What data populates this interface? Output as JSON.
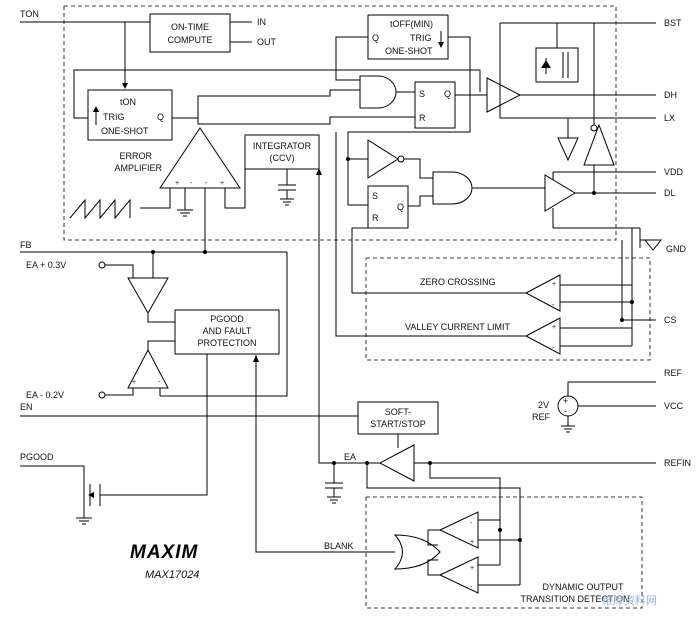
{
  "chip": {
    "logo": "MAXIM",
    "part_number": "MAX17024"
  },
  "pins": {
    "ton": "TON",
    "bst": "BST",
    "dh": "DH",
    "lx": "LX",
    "vdd": "VDD",
    "dl": "DL",
    "gnd": "GND",
    "fb": "FB",
    "cs": "CS",
    "ref": "REF",
    "vcc": "VCC",
    "en": "EN",
    "pgood": "PGOOD",
    "refin": "REFIN"
  },
  "blocks": {
    "on_time_compute": [
      "ON-TIME",
      "COMPUTE"
    ],
    "on_time_in": "IN",
    "on_time_out": "OUT",
    "toff_label": "tOFF(MIN)",
    "toff_q": "Q",
    "toff_trig": "TRIG",
    "toff_one_shot": "ONE-SHOT",
    "ton_label": "tON",
    "ton_trig": "TRIG",
    "ton_q": "Q",
    "ton_one_shot": "ONE-SHOT",
    "error_amplifier": [
      "ERROR",
      "AMPLIFIER"
    ],
    "integrator": [
      "INTEGRATOR",
      "(CCV)"
    ],
    "sr_s": "S",
    "sr_r": "R",
    "sr_q": "Q",
    "sr2_s": "S",
    "sr2_r": "R",
    "sr2_q": "Q",
    "zero_crossing": "ZERO CROSSING",
    "valley_current_limit": "VALLEY CURRENT LIMIT",
    "pgood_fault": [
      "PGOOD",
      "AND FAULT",
      "PROTECTION"
    ],
    "ea_plus": "EA + 0.3V",
    "ea_minus": "EA - 0.2V",
    "soft_start": [
      "SOFT-",
      "START/STOP"
    ],
    "ea": "EA",
    "ref_2v": [
      "2V",
      "REF"
    ],
    "blank": "BLANK",
    "dynamic_output": [
      "DYNAMIC OUTPUT",
      "TRANSITION DETECTION"
    ]
  },
  "watermark": "维库资料网"
}
